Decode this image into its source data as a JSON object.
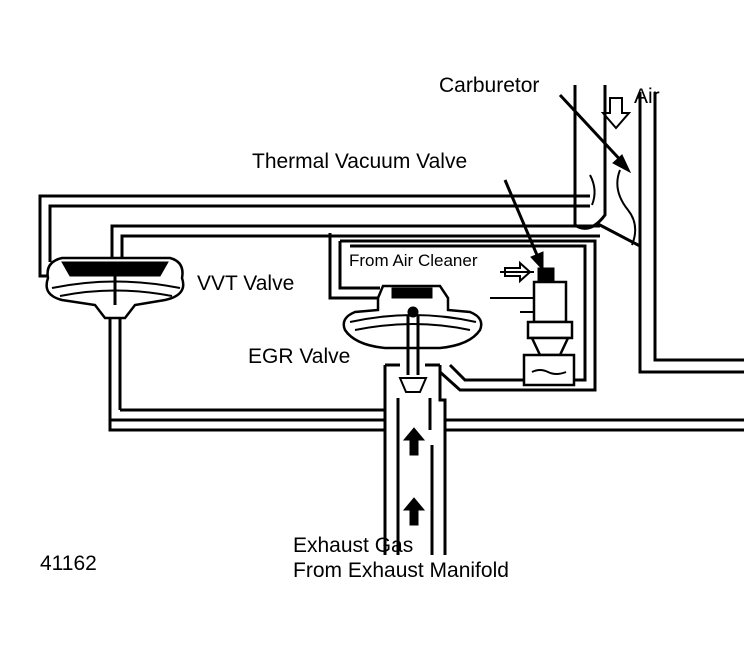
{
  "labels": {
    "carburetor": "Carburetor",
    "air": "Air",
    "thermal_vacuum_valve": "Thermal Vacuum Valve",
    "from_air_cleaner": "From Air Cleaner",
    "vvt_valve": "VVT Valve",
    "egr_valve": "EGR Valve",
    "exhaust_gas": "Exhaust Gas",
    "from_exhaust_manifold": "From Exhaust Manifold",
    "figure_number": "41162"
  }
}
